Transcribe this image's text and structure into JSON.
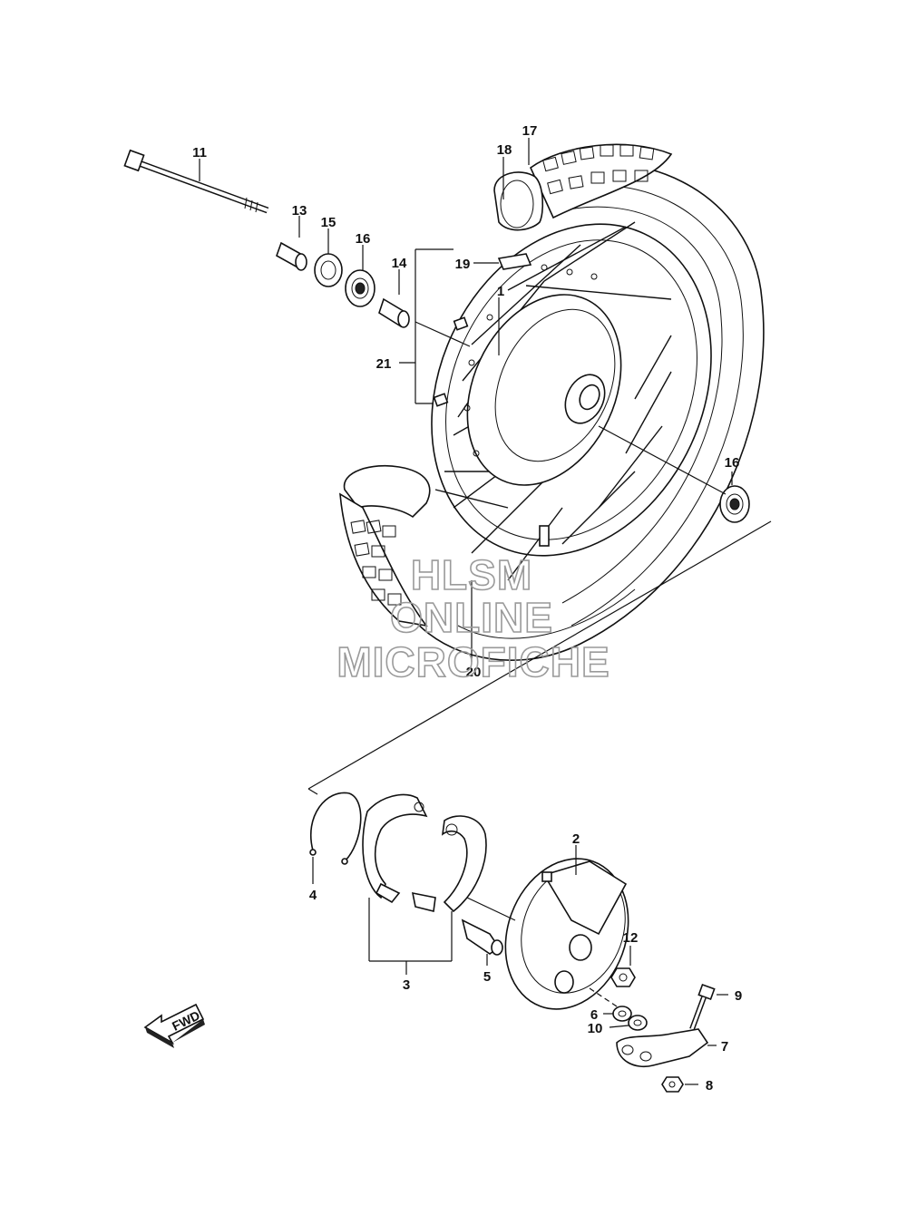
{
  "callouts": [
    "1",
    "2",
    "3",
    "4",
    "5",
    "6",
    "7",
    "8",
    "9",
    "10",
    "11",
    "12",
    "13",
    "14",
    "15",
    "16",
    "16",
    "17",
    "18",
    "19",
    "20",
    "21"
  ],
  "watermark": {
    "line1": "HLSM",
    "line2": "ONLINE",
    "line3": "MICROFICHE"
  },
  "direction_badge": "FWD"
}
